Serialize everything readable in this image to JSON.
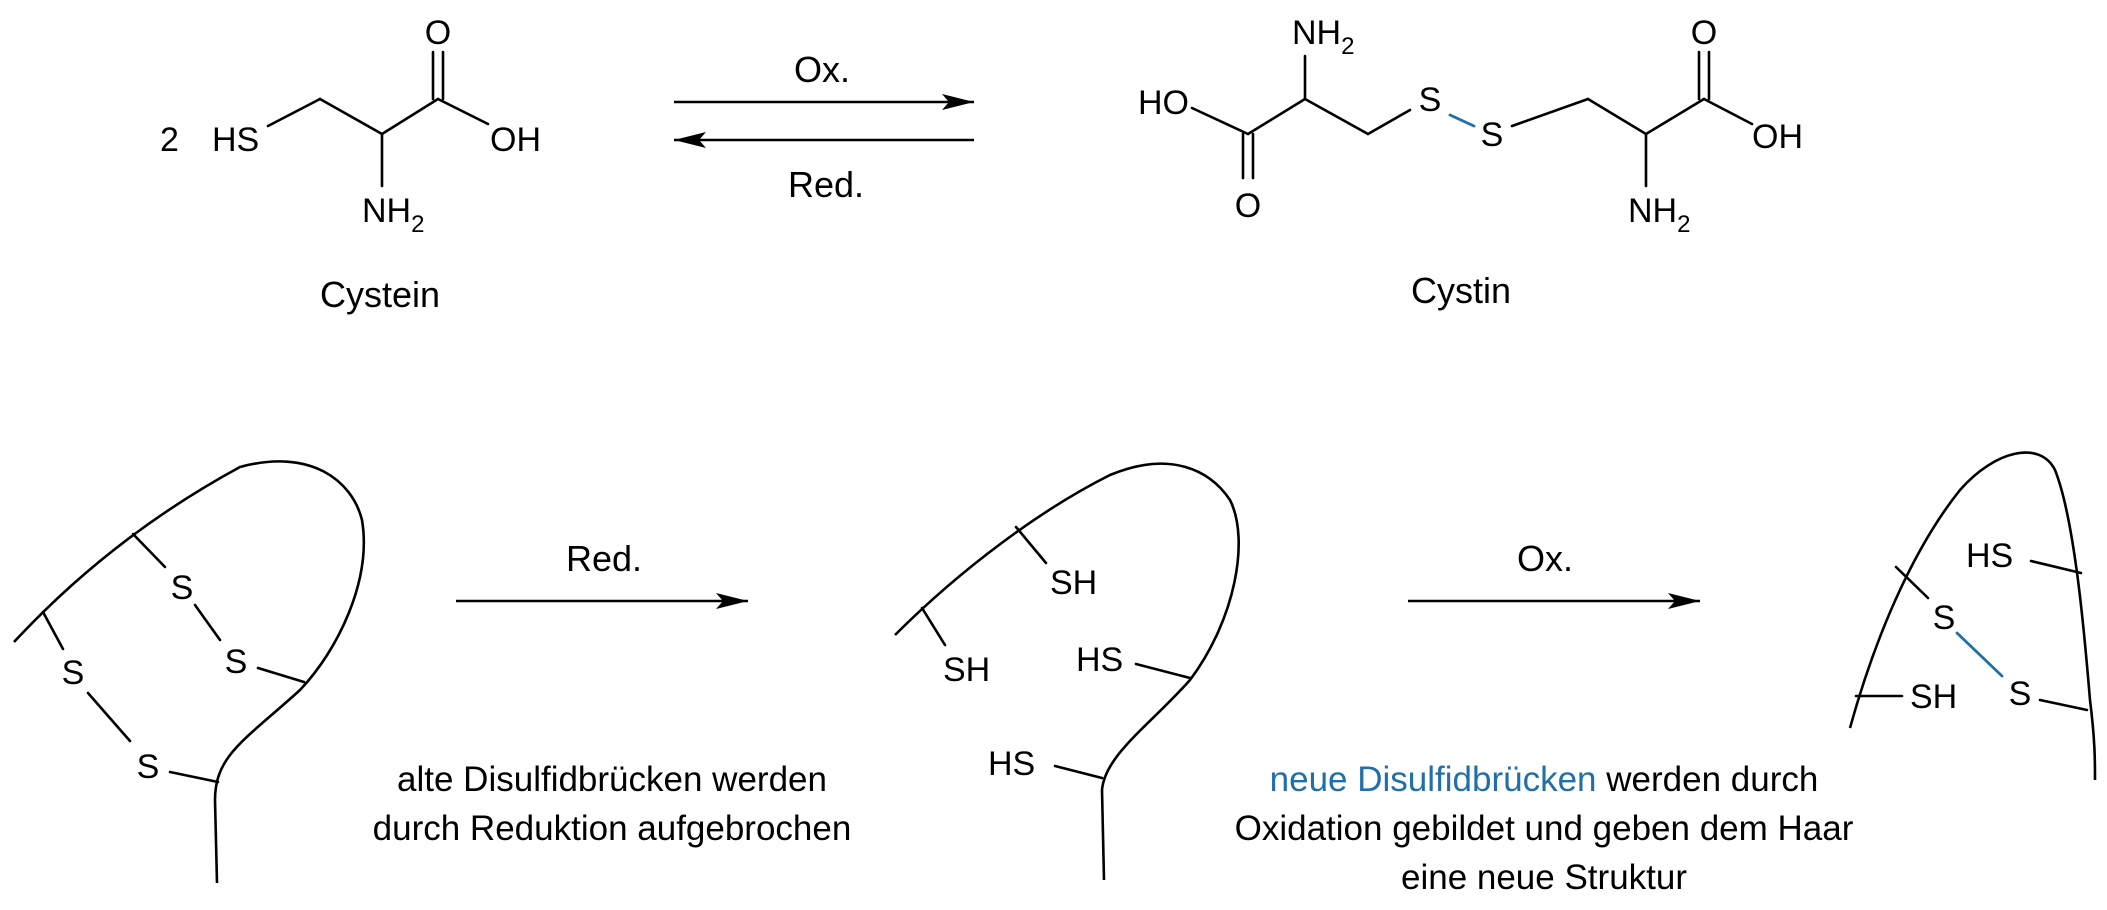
{
  "colors": {
    "ink": "#000000",
    "accent": "#1f6fa8"
  },
  "top_reaction": {
    "coefficient": "2",
    "cysteine": {
      "thiol": "HS",
      "carbonyl_o": "O",
      "hydroxyl": "OH",
      "amine": "NH",
      "amine_sub": "2",
      "name": "Cystein"
    },
    "forward_label": "Ox.",
    "reverse_label": "Red.",
    "cystine": {
      "left_hydroxyl": "HO",
      "left_carbonyl_o": "O",
      "left_amine": "NH",
      "left_amine_sub": "2",
      "sulfur_1": "S",
      "sulfur_2": "S",
      "right_carbonyl_o": "O",
      "right_hydroxyl": "OH",
      "right_amine": "NH",
      "right_amine_sub": "2",
      "name": "Cystin"
    }
  },
  "bottom_process": {
    "panel_1": {
      "sulfur_labels": [
        "S",
        "S",
        "S",
        "S"
      ]
    },
    "arrow_1_label": "Red.",
    "caption_1": [
      "alte Disulfidbrücken werden",
      "durch Reduktion aufgebrochen"
    ],
    "panel_2": {
      "thiol_labels": [
        "SH",
        "SH",
        "HS",
        "HS"
      ]
    },
    "arrow_2_label": "Ox.",
    "caption_2": {
      "highlight": "neue Disulfidbrücken",
      "line_1_rest": " werden durch",
      "line_2": "Oxidation gebildet und geben dem Haar",
      "line_3": "eine neue Struktur"
    },
    "panel_3": {
      "thiol_labels": [
        "HS",
        "SH"
      ],
      "sulfur_labels": [
        "S",
        "S"
      ]
    }
  }
}
